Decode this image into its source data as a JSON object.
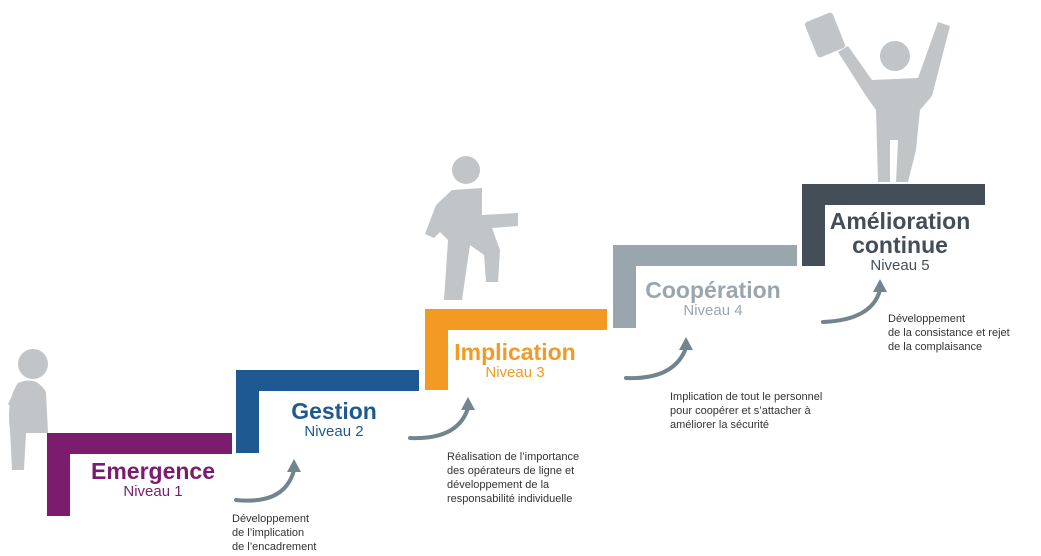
{
  "colors": {
    "level1": "#7b1c6e",
    "level2": "#1e5a91",
    "level3": "#f39a25",
    "level4": "#9aa6ae",
    "level5": "#444e58",
    "figure": "#c2c5c7",
    "arrow": "#72858f"
  },
  "steps": [
    {
      "title": "Emergence",
      "level": "Niveau 1",
      "description": [
        "Développement",
        "de l’implication",
        "de l’encadrement"
      ]
    },
    {
      "title": "Gestion",
      "level": "Niveau 2",
      "description": [
        "Réalisation de l’importance",
        "des opérateurs de ligne et",
        "développement de la",
        "responsabilité individuelle"
      ]
    },
    {
      "title": "Implication",
      "level": "Niveau 3",
      "description": [
        "Implication de tout le personnel",
        "pour coopérer et s’attacher à",
        "améliorer la sécurité"
      ]
    },
    {
      "title": "Coopération",
      "level": "Niveau 4",
      "description": [
        "Développement",
        "de la consistance et rejet",
        "de la complaisance"
      ]
    },
    {
      "title_lines": [
        "Amélioration",
        "continue"
      ],
      "level": "Niveau 5"
    }
  ],
  "icons": [
    "thinking-person-icon",
    "walking-person-icon",
    "celebrating-person-icon",
    "curved-arrow-icon"
  ]
}
